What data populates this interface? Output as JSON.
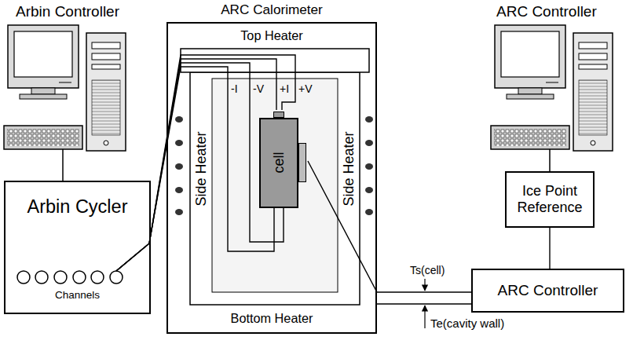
{
  "diagram": {
    "nodes": [
      {
        "text": [
          "Arbin Cycler",
          "Channels"
        ]
      },
      {
        "text": [
          "ARC Calorimeter",
          "Top Heater",
          "Side Heater",
          "Side Heater",
          "Bottom Heater"
        ]
      },
      {
        "text": [
          "cell"
        ],
        "in": 1
      },
      {
        "text": [
          "Ice Point Reference"
        ]
      },
      {
        "text": [
          "ARC Controller"
        ]
      }
    ],
    "edges": [
      {
        "from": 0,
        "to": 2,
        "arrow": "none"
      },
      {
        "from": 2,
        "to": 4,
        "arrow": "none"
      },
      {
        "from": 1,
        "to": 4,
        "arrow": "none"
      },
      {
        "from": 3,
        "to": 4,
        "arrow": "none"
      }
    ],
    "labels": [
      "Arbin Controller",
      "ARC Controller",
      "+I",
      "+V",
      "-I",
      "-V",
      "Ts(cell)",
      "Te(cavity wall)"
    ]
  }
}
